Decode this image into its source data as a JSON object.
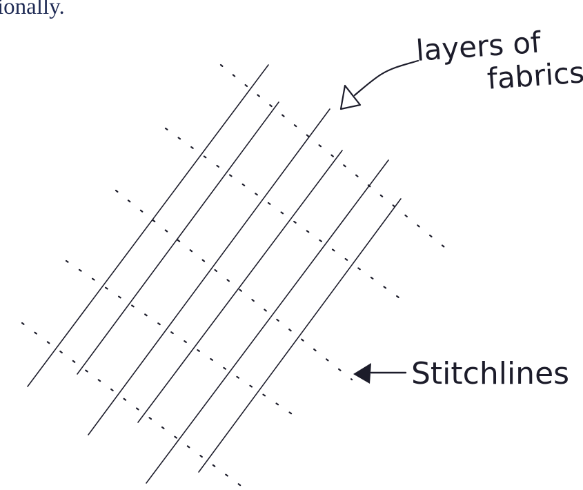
{
  "caption": "ionally.",
  "labels": {
    "layers": [
      "layers of",
      "fabrics"
    ],
    "stitch": "Stitchlines"
  },
  "colors": {
    "ink": "#1c1c2a",
    "caption_text": "#1f2b55",
    "background": "#ffffff"
  }
}
